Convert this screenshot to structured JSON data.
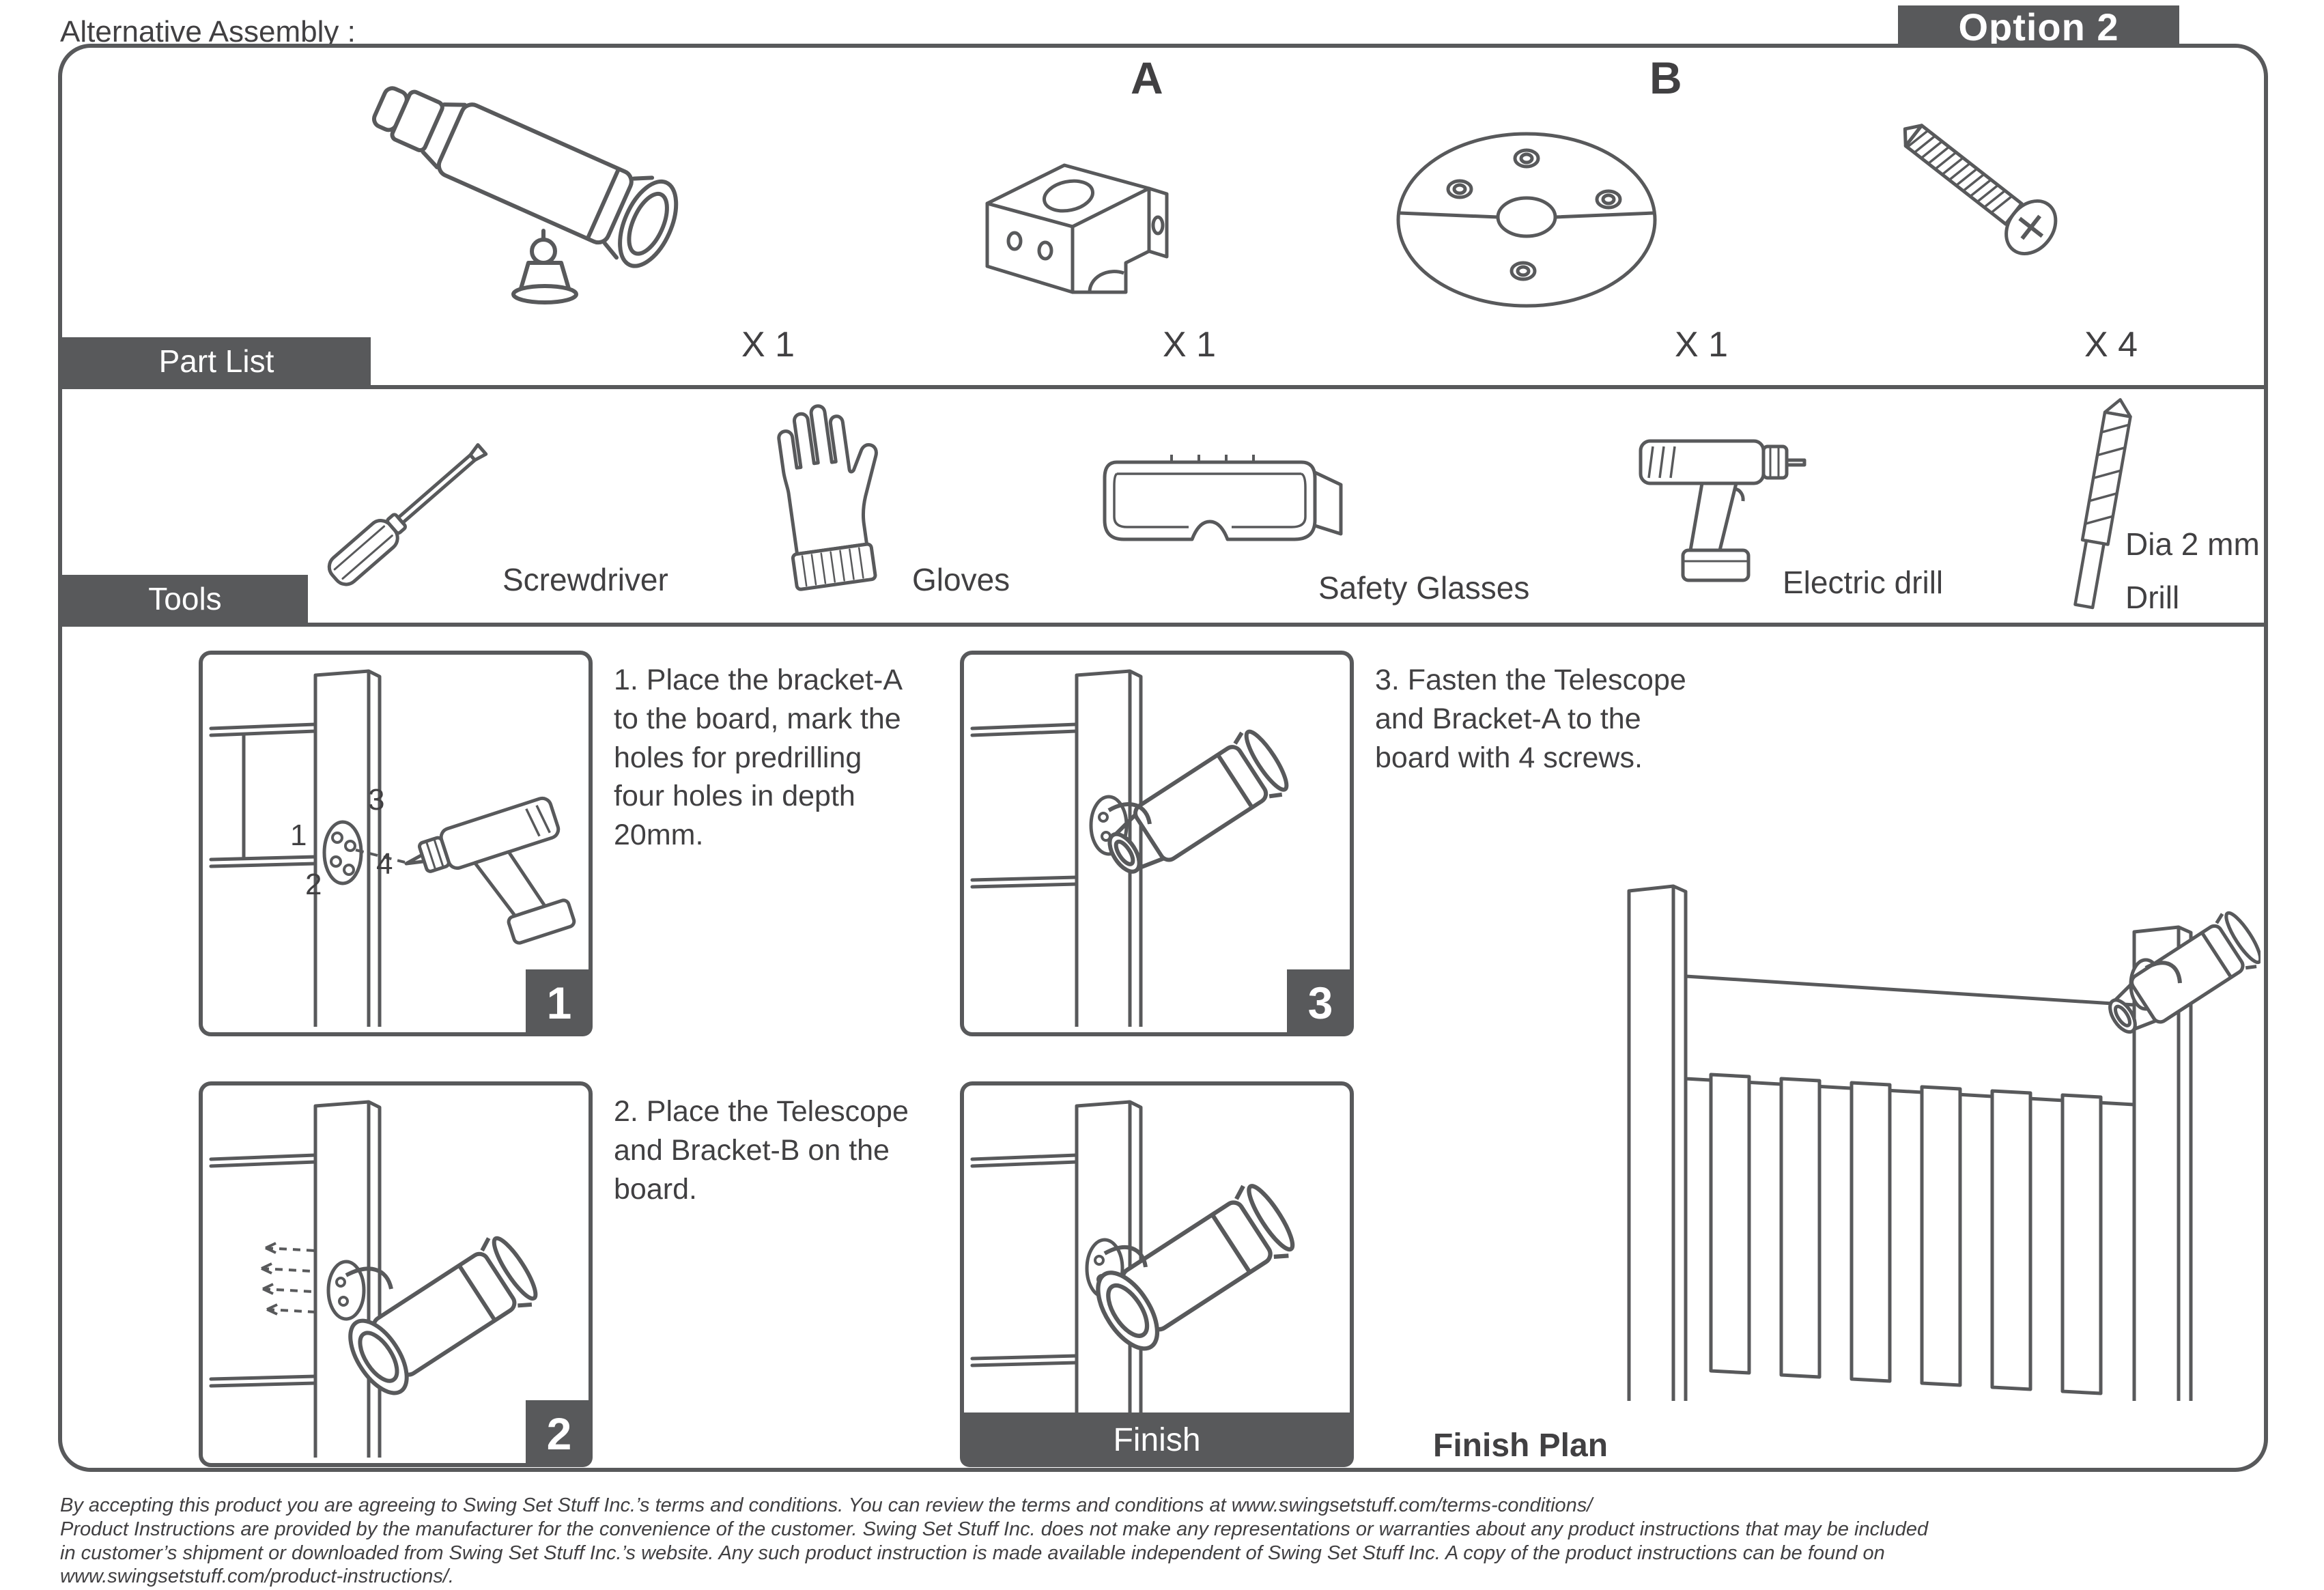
{
  "page": {
    "title": "Alternative Assembly :",
    "option_badge": "Option 2"
  },
  "part_list": {
    "label": "Part List",
    "items": [
      {
        "id": "telescope",
        "qty": "X 1"
      },
      {
        "id": "bracket-a",
        "letter": "A",
        "qty": "X 1"
      },
      {
        "id": "bracket-b",
        "letter": "B",
        "qty": "X 1"
      },
      {
        "id": "screw",
        "qty": "X 4"
      }
    ]
  },
  "tools": {
    "label": "Tools",
    "items": [
      {
        "id": "screwdriver",
        "label": "Screwdriver"
      },
      {
        "id": "gloves",
        "label": "Gloves"
      },
      {
        "id": "safety-glasses",
        "label": "Safety Glasses"
      },
      {
        "id": "electric-drill",
        "label": "Electric drill"
      },
      {
        "id": "drill-bit",
        "label": "Dia 2 mm\nDrill"
      }
    ]
  },
  "steps": {
    "step1": {
      "badge": "1",
      "text": "1. Place the bracket-A\nto the board, mark the\nholes for predrilling\nfour holes in depth\n20mm.",
      "hole_labels": [
        "1",
        "2",
        "3",
        "4"
      ]
    },
    "step2": {
      "badge": "2",
      "text": "2. Place the Telescope\nand Bracket-B on the\nboard."
    },
    "step3": {
      "badge": "3",
      "text": "3. Fasten the Telescope\nand Bracket-A to the\nboard with 4 screws."
    },
    "finish": {
      "badge": "Finish"
    }
  },
  "finish_plan": {
    "label": "Finish Plan"
  },
  "footer": {
    "lines": [
      "By accepting this product you are agreeing to Swing Set Stuff Inc.’s terms and conditions. You can review the terms and conditions at www.swingsetstuff.com/terms-conditions/",
      "Product Instructions are provided by the manufacturer for the convenience of the customer. Swing Set Stuff Inc. does not make any representations or warranties about any product instructions that may be included",
      "in customer’s shipment or downloaded from Swing Set Stuff Inc.’s website. Any such product instruction is made available independent of Swing Set Stuff Inc. A copy of the product instructions can be found on",
      "www.swingsetstuff.com/product-instructions/."
    ]
  },
  "colors": {
    "accent": "#58595B",
    "text": "#414042"
  }
}
